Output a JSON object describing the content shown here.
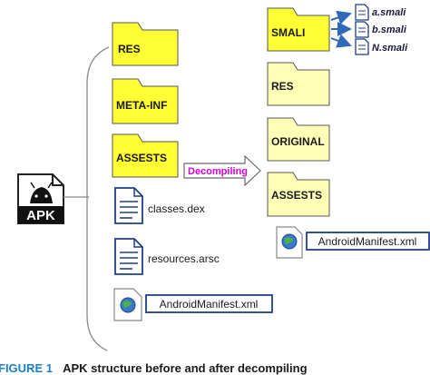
{
  "before": {
    "apk_label": "APK",
    "folders": [
      "RES",
      "META-INF",
      "ASSESTS"
    ],
    "files": [
      "classes.dex",
      "resources.arsc"
    ],
    "manifest": "AndroidManifest.xml"
  },
  "arrow_label": "Decompiling",
  "after": {
    "folders": [
      "SMALI",
      "RES",
      "ORIGINAL",
      "ASSESTS"
    ],
    "smali_files": [
      "a.smali",
      "b.smali",
      "N.smali"
    ],
    "manifest": "AndroidManifest.xml"
  },
  "caption": {
    "prefix": "FIGURE 1",
    "text": "APK structure before and after decompiling"
  },
  "colors": {
    "folder_bright": "#ffff33",
    "folder_pale": "#ffffb8",
    "folder_stroke": "#555555",
    "file_blue": "#1f3f8a",
    "arrow_fill": "#ffffff",
    "arrow_text": "#d400d4",
    "smali_arrow": "#2e6ab8",
    "caption_prefix": "#1c7fc8",
    "caption_text": "#1a1a1a"
  },
  "icons": [
    "folder-icon",
    "document-icon",
    "xml-globe-icon",
    "android-apk-icon"
  ]
}
